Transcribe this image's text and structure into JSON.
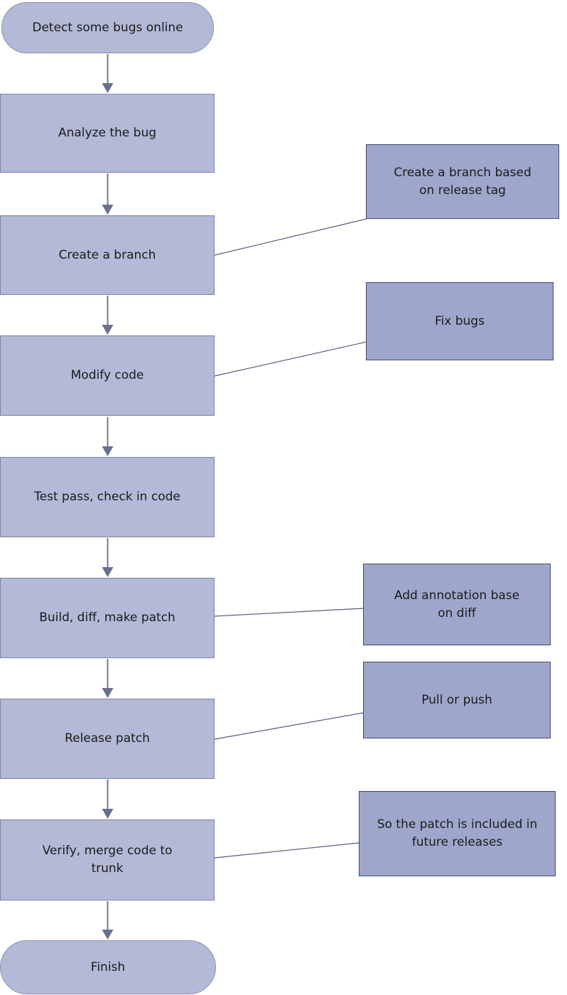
{
  "flowchart": {
    "nodes": [
      {
        "label": "Detect some bugs online",
        "type": "terminator"
      },
      {
        "label": "Analyze the bug",
        "type": "process"
      },
      {
        "label": "Create a branch",
        "type": "process"
      },
      {
        "label": "Modify code",
        "type": "process"
      },
      {
        "label": "Test pass, check in code",
        "type": "process"
      },
      {
        "label": "Build, diff, make patch",
        "type": "process"
      },
      {
        "label": "Release patch",
        "type": "process"
      },
      {
        "label": "Verify,  merge code to trunk",
        "type": "process"
      },
      {
        "label": "Finish",
        "type": "terminator"
      }
    ],
    "annotations": [
      {
        "label": "Create a branch based on release tag",
        "attached_to": "Create a branch"
      },
      {
        "label": "Fix bugs",
        "attached_to": "Modify code"
      },
      {
        "label": "Add annotation base on diff",
        "attached_to": "Build, diff, make patch"
      },
      {
        "label": "Pull or push",
        "attached_to": "Release patch"
      },
      {
        "label": "So the patch is included in future releases",
        "attached_to": "Verify,  merge code to trunk"
      }
    ],
    "colors": {
      "process_fill": "#b3b9d6",
      "process_border": "#7d82a1",
      "annotation_fill": "#9ea7cb",
      "annotation_border": "#43486b",
      "arrow": "#6b7090",
      "connector_line": "#565b7c",
      "text": "#1b1b1b",
      "background": "#ffffff"
    }
  }
}
